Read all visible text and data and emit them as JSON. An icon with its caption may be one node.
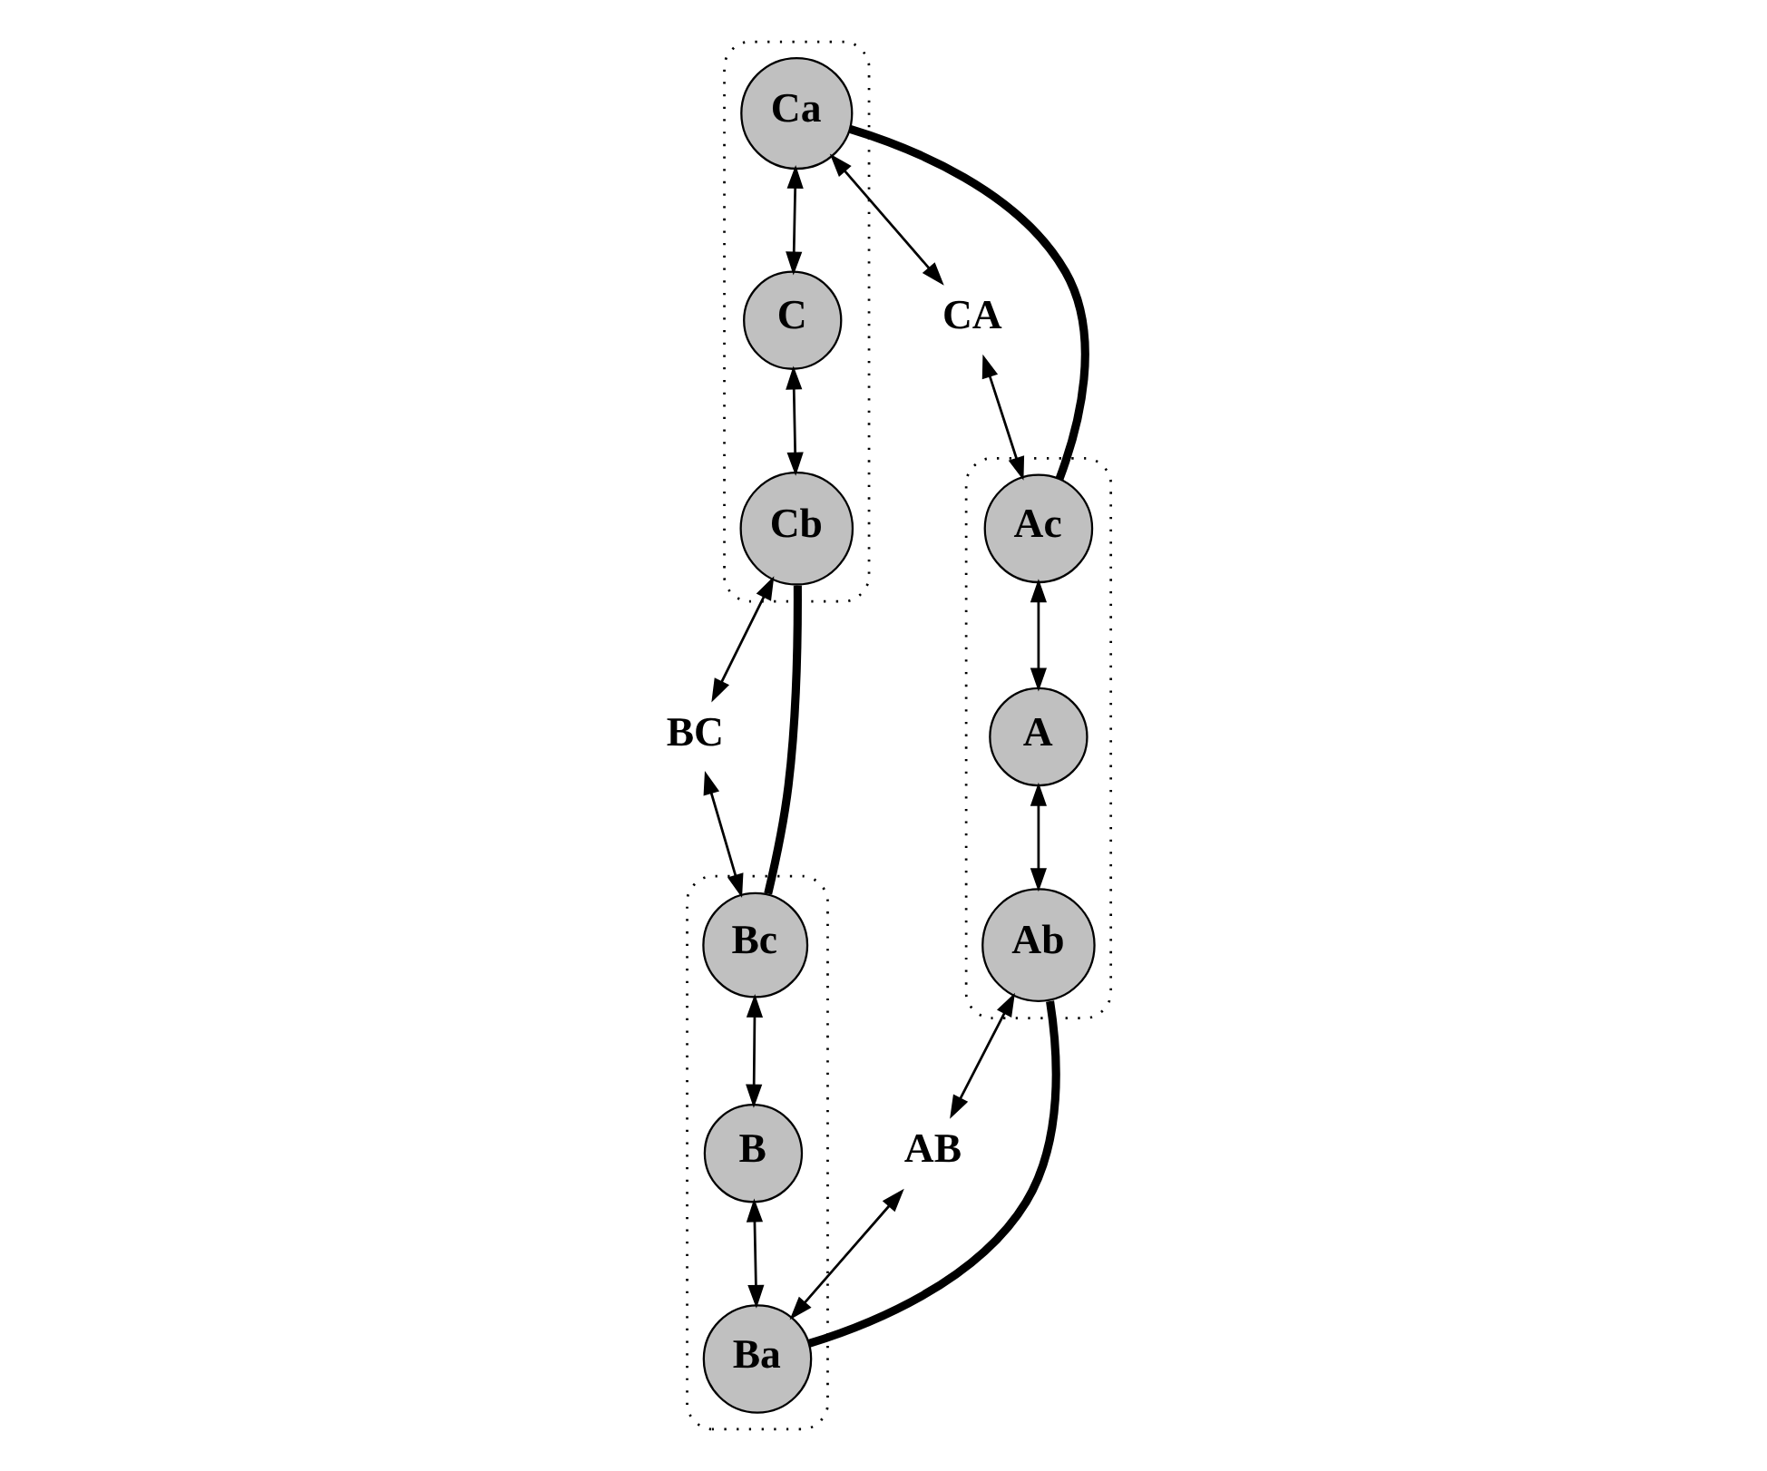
{
  "diagram": {
    "nodes": [
      {
        "text": [],
        "shape": "ellipse"
      },
      {
        "text": [
          "Ca"
        ],
        "in": 0
      },
      {
        "text": [
          "C"
        ],
        "in": 0
      },
      {
        "text": [
          "Cb"
        ],
        "in": 0
      },
      {
        "text": [
          "CA"
        ]
      },
      {
        "text": [
          "BC"
        ]
      },
      {
        "text": [],
        "shape": "ellipse"
      },
      {
        "text": [
          "Ac"
        ],
        "in": 6
      },
      {
        "text": [
          "A"
        ],
        "in": 6
      },
      {
        "text": [
          "Ab"
        ],
        "in": 6
      },
      {
        "text": [
          "AB"
        ]
      },
      {
        "text": [],
        "shape": "ellipse"
      },
      {
        "text": [
          "Bc"
        ],
        "in": 11
      },
      {
        "text": [
          "B"
        ],
        "in": 11
      },
      {
        "text": [
          "Ba"
        ],
        "in": 11
      }
    ],
    "edges": [
      {
        "from": 1,
        "to": 2,
        "arrow": "both"
      },
      {
        "from": 2,
        "to": 3,
        "arrow": "both"
      },
      {
        "from": 1,
        "to": 4,
        "arrow": "both"
      },
      {
        "from": 1,
        "to": 7,
        "arrow": "none",
        "style": "thick"
      },
      {
        "from": 4,
        "to": 7,
        "arrow": "both"
      },
      {
        "from": 3,
        "to": 5,
        "arrow": "both"
      },
      {
        "from": 3,
        "to": 12,
        "arrow": "none",
        "style": "thick"
      },
      {
        "from": 5,
        "to": 12,
        "arrow": "both"
      },
      {
        "from": 7,
        "to": 8,
        "arrow": "both"
      },
      {
        "from": 8,
        "to": 9,
        "arrow": "both"
      },
      {
        "from": 9,
        "to": 10,
        "arrow": "both"
      },
      {
        "from": 9,
        "to": 14,
        "arrow": "none",
        "style": "thick"
      },
      {
        "from": 10,
        "to": 14,
        "arrow": "both"
      },
      {
        "from": 12,
        "to": 13,
        "arrow": "both"
      },
      {
        "from": 13,
        "to": 14,
        "arrow": "both"
      }
    ]
  }
}
